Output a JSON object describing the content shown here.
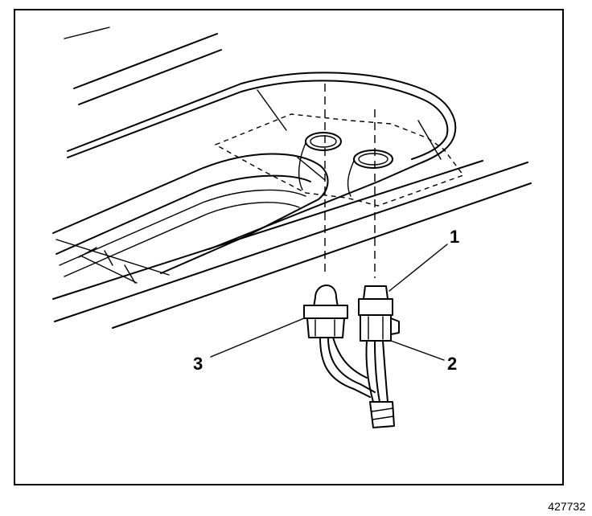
{
  "callouts": [
    {
      "id": "1",
      "label": "1"
    },
    {
      "id": "2",
      "label": "2"
    },
    {
      "id": "3",
      "label": "3"
    }
  ],
  "figure_id": "427732"
}
